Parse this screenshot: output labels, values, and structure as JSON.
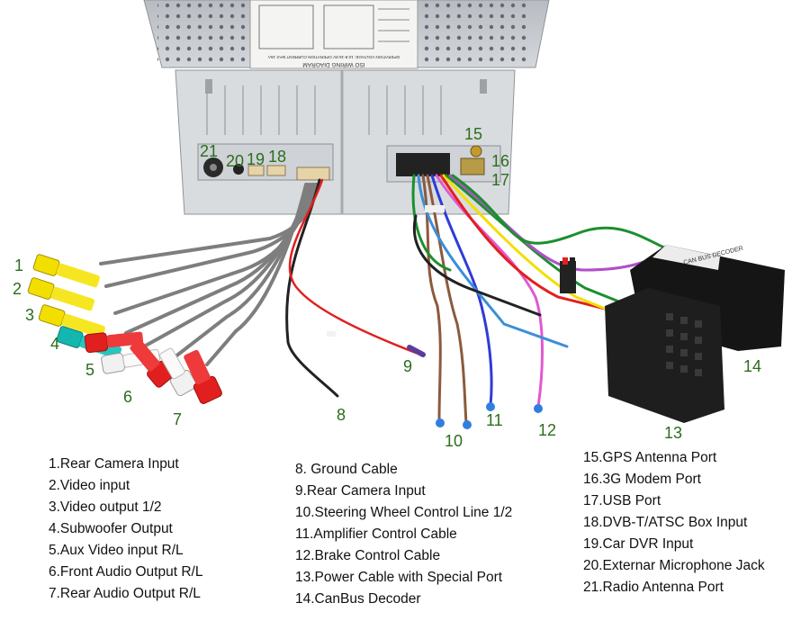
{
  "image": {
    "type": "wiring-diagram",
    "colors": {
      "chassis": "#c7cbd0",
      "rear_plate": "#d9dcdf",
      "label_number_green": "#2b6e1c",
      "rca_yellow": "#f2df00",
      "rca_teal": "#13b7b0",
      "rca_red": "#e21f1f",
      "rca_white": "#f1f1f1",
      "decoder_black": "#151515"
    },
    "top_sticker": {
      "title": "ISO WIRING DIAGRAM",
      "subtitle": "OPERATION VOLTAGE: 10.8-15.8V  OPERATION CURRENT MAX 15A"
    },
    "decoder_sticker": "CAN BUS DECODER",
    "callouts": {
      "c1": "1",
      "c2": "2",
      "c3": "3",
      "c4": "4",
      "c5": "5",
      "c6": "6",
      "c7": "7",
      "c8": "8",
      "c9": "9",
      "c10": "10",
      "c11": "11",
      "c12": "12",
      "c13": "13",
      "c14": "14",
      "c15": "15",
      "c16": "16",
      "c17": "17",
      "c18": "18",
      "c19": "19",
      "c20": "20",
      "c21": "21"
    }
  },
  "legend": {
    "left": [
      "1.Rear Camera Input",
      "2.Video input",
      "3.Video output 1/2",
      "4.Subwoofer Output",
      "5.Aux Video input R/L",
      "6.Front Audio Output R/L",
      "7.Rear Audio Output R/L"
    ],
    "middle": [
      "8. Ground Cable",
      "9.Rear Camera Input",
      "10.Steering Wheel Control Line 1/2",
      "11.Amplifier Control Cable",
      "12.Brake Control Cable",
      "13.Power Cable with Special Port",
      "14.CanBus Decoder"
    ],
    "right": [
      "15.GPS Antenna Port",
      "16.3G Modem Port",
      "17.USB Port",
      "18.DVB-T/ATSC Box Input",
      "19.Car DVR Input",
      "20.Externar Microphone Jack",
      "21.Radio Antenna Port"
    ]
  }
}
